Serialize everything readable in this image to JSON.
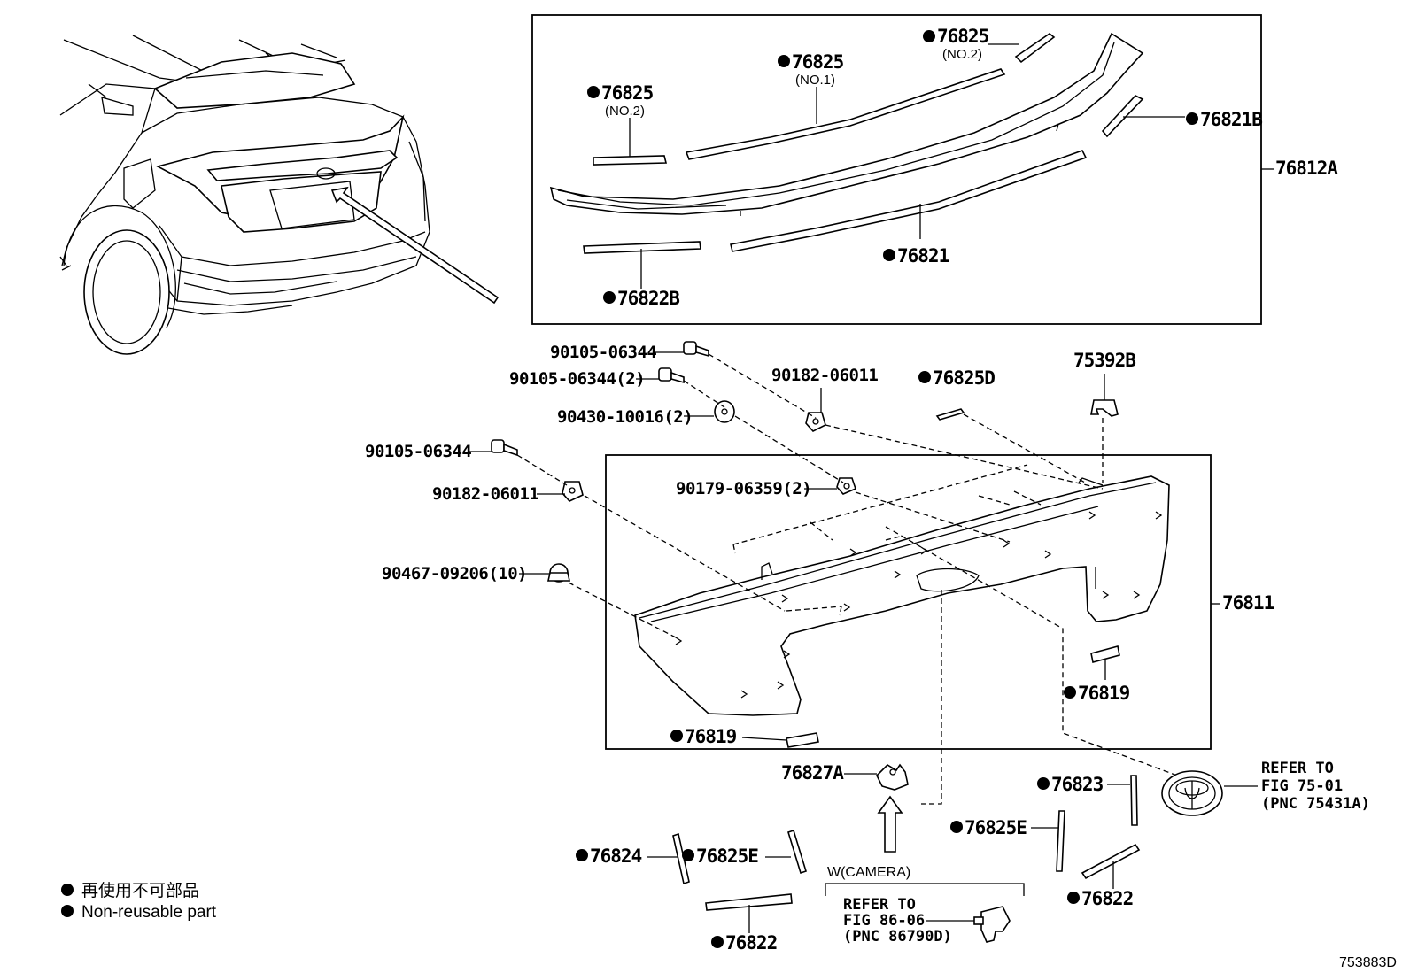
{
  "labels": {
    "p76825_no2_top": "76825",
    "p76825_no2_top_sub": "(NO.2)",
    "p76825_no1": "76825",
    "p76825_no1_sub": "(NO.1)",
    "p76825_no2_left": "76825",
    "p76825_no2_left_sub": "(NO.2)",
    "p76821B": "76821B",
    "p76812A": "76812A",
    "p76821": "76821",
    "p76822B": "76822B",
    "p90105_a": "90105-06344",
    "p90105_b": "90105-06344(2)",
    "p90430": "90430-10016(2)",
    "p90182_a": "90182-06011",
    "p76825D": "76825D",
    "p75392B": "75392B",
    "p90105_c": "90105-06344",
    "p90182_b": "90182-06011",
    "p90179": "90179-06359(2)",
    "p90467": "90467-09206(10)",
    "p76811": "76811",
    "p76819_right": "76819",
    "p76819_left": "76819",
    "p76827A": "76827A",
    "p76823": "76823",
    "p76825E_right": "76825E",
    "p76824": "76824",
    "p76825E_left": "76825E",
    "p76822_right": "76822",
    "p76822_bottom": "76822"
  },
  "refs": {
    "emblem": [
      "REFER TO",
      "FIG 75-01",
      "(PNC 75431A)"
    ],
    "camera_title": "W(CAMERA)",
    "camera": [
      "REFER TO",
      "FIG 86-06",
      "(PNC 86790D)"
    ]
  },
  "legend": {
    "line1": "再使用不可部品",
    "line2": "Non-reusable part"
  },
  "diagram_id": "753883D"
}
